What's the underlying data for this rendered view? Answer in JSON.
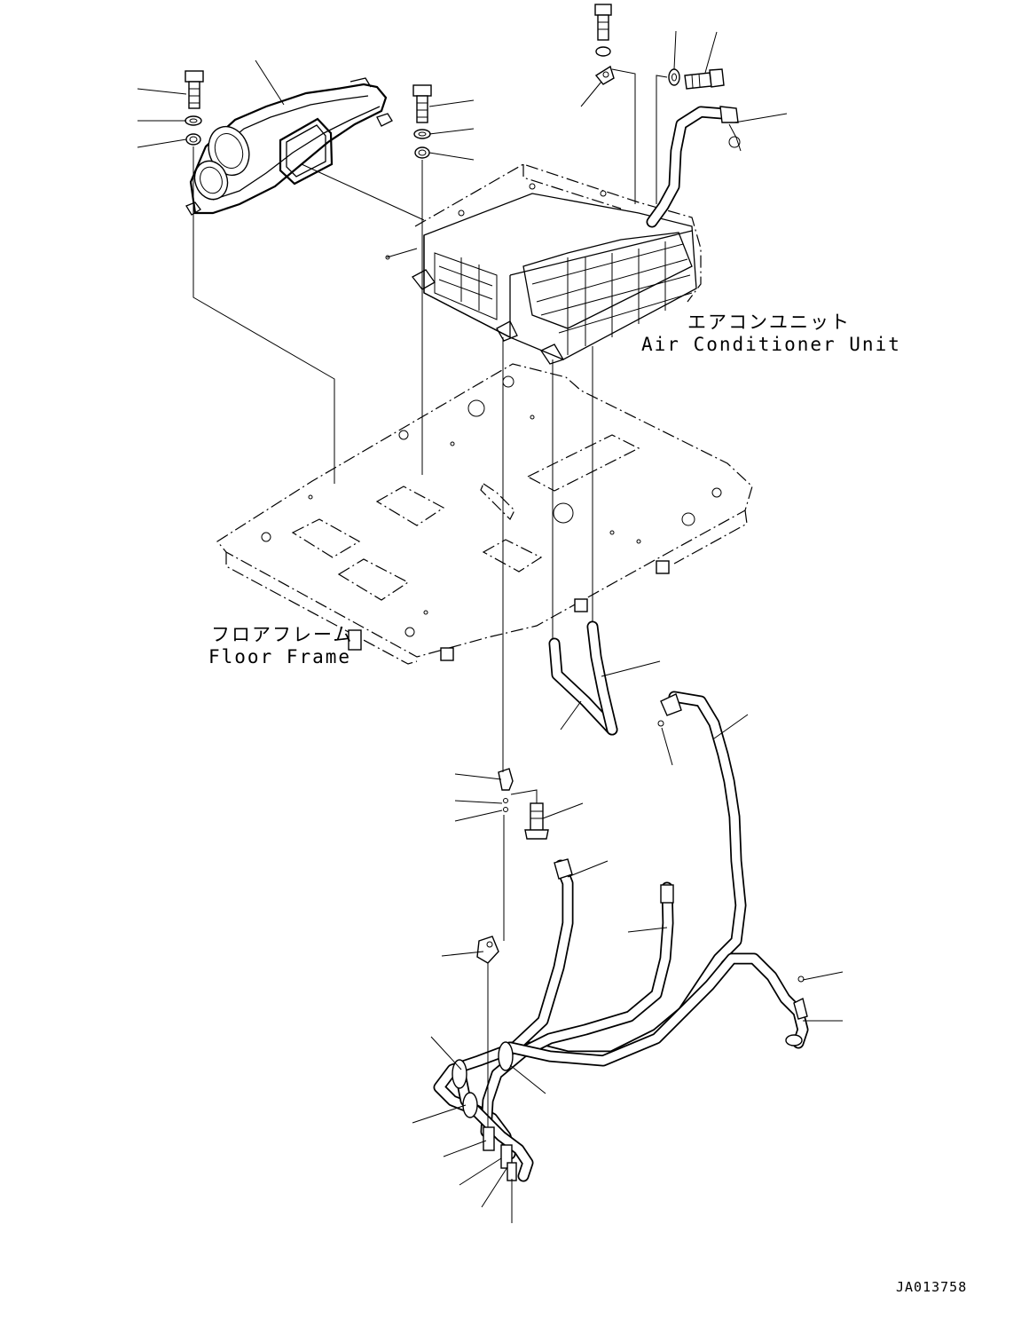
{
  "labels": {
    "aircon_jp": "エアコンユニット",
    "aircon_en": "Air Conditioner Unit",
    "floor_jp": "フロアフレーム",
    "floor_en": "Floor Frame",
    "drawing_id": "JA013758"
  }
}
